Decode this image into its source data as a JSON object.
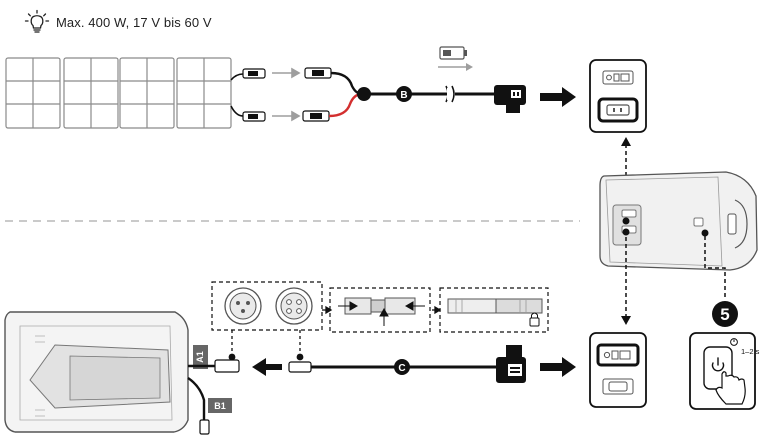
{
  "spec": {
    "text": "Max. 400 W, 17 V bis 60 V",
    "icon": "lightbulb-icon"
  },
  "labels": {
    "b": "B",
    "c": "C",
    "a1": "A1",
    "b1": "B1",
    "step": "5",
    "hold_time": "1–2 s"
  },
  "colors": {
    "line": "#111111",
    "red_cable": "#d32f2f",
    "gray_arrow": "#9e9e9e",
    "panel_stroke": "#8a8a8a",
    "dashed": "#b9b9b9"
  }
}
